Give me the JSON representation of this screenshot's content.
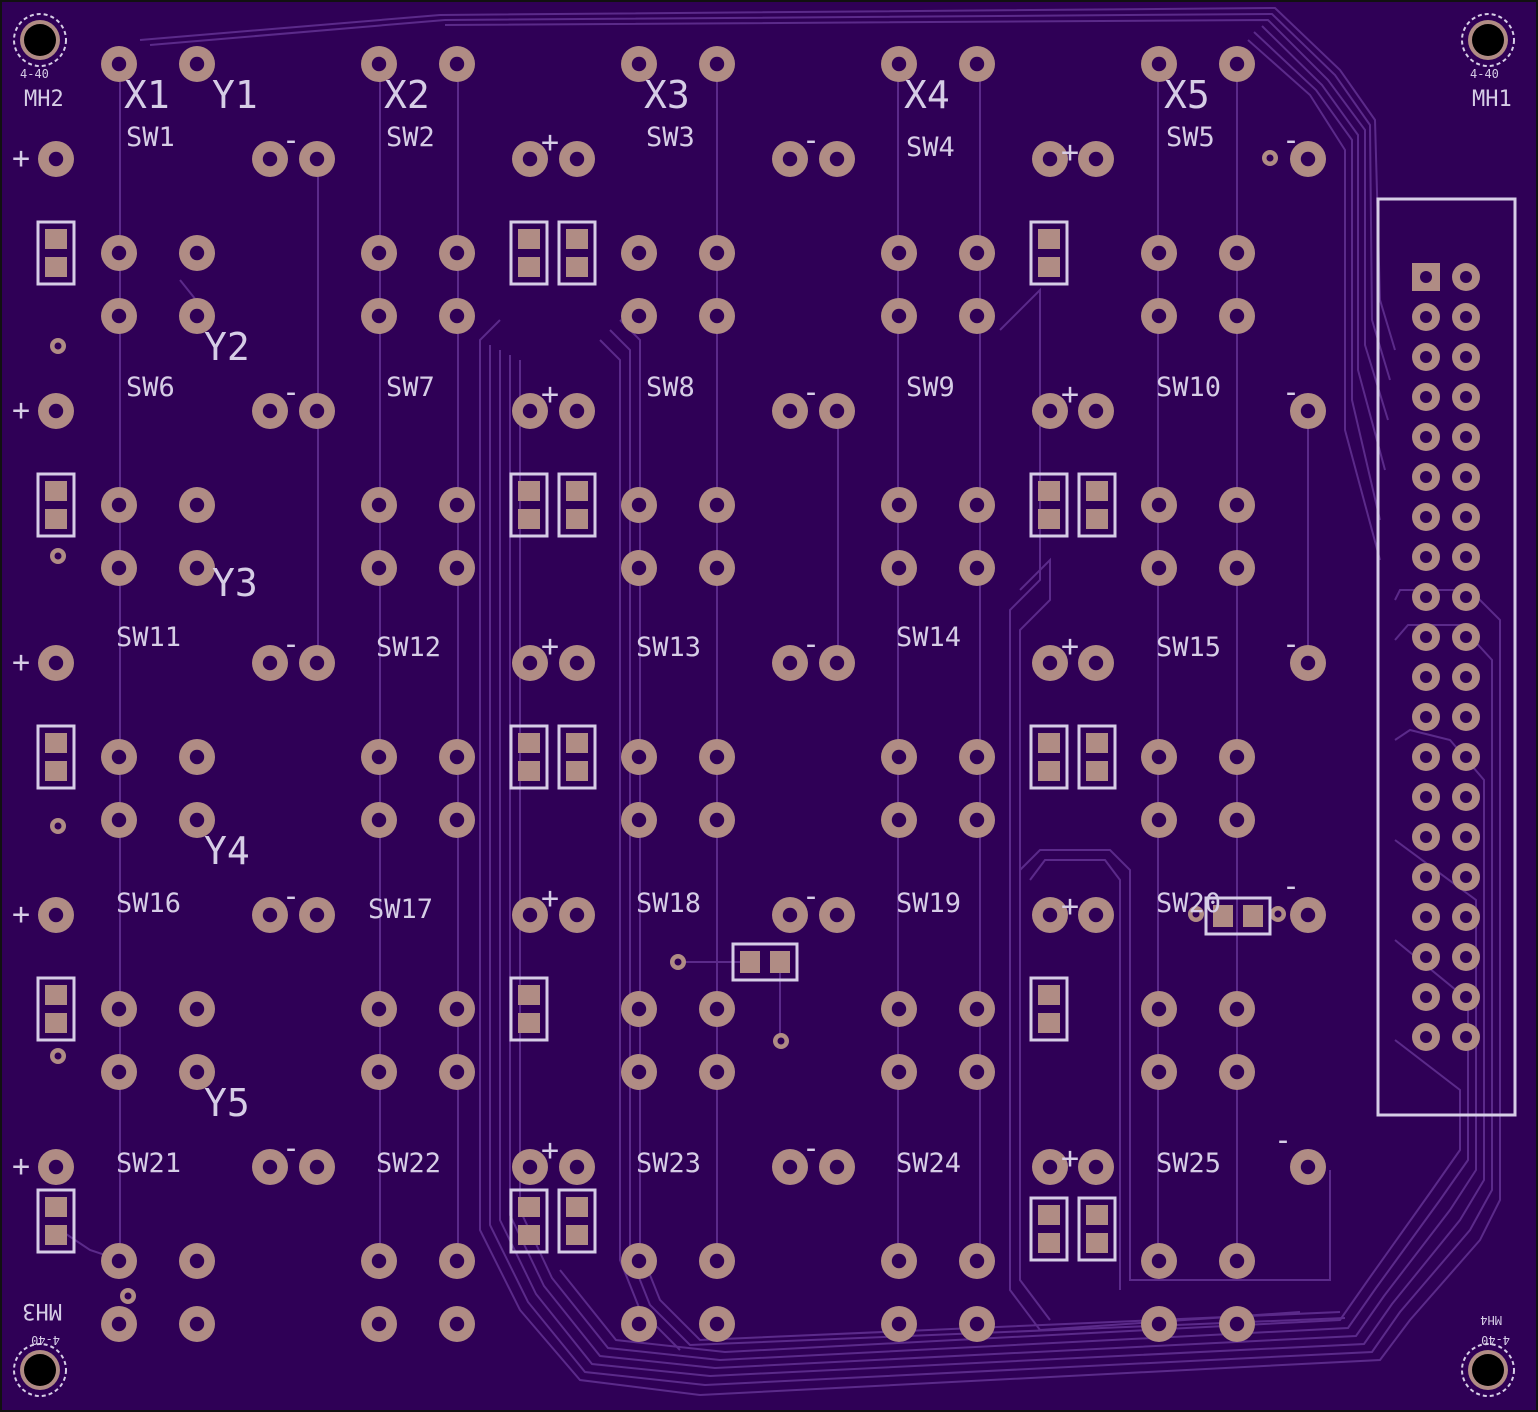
{
  "colors": {
    "board": "#2f0056",
    "trace": "#5b2a8a",
    "pad": "#b08c84",
    "hole": "#2f0056",
    "silk": "#d6cde6",
    "header_pad": "#b08c84"
  },
  "labels": {
    "columns": [
      "X1",
      "X2",
      "X3",
      "X4",
      "X5"
    ],
    "rows": [
      "Y1",
      "Y2",
      "Y3",
      "Y4",
      "Y5"
    ],
    "switches": [
      "SW1",
      "SW2",
      "SW3",
      "SW4",
      "SW5",
      "SW6",
      "SW7",
      "SW8",
      "SW9",
      "SW10",
      "SW11",
      "SW12",
      "SW13",
      "SW14",
      "SW15",
      "SW16",
      "SW17",
      "SW18",
      "SW19",
      "SW20",
      "SW21",
      "SW22",
      "SW23",
      "SW24",
      "SW25"
    ],
    "plus": "+",
    "minus": "-"
  },
  "mounting_holes": {
    "mh1": {
      "name": "MH1",
      "size": "4-40"
    },
    "mh2": {
      "name": "MH2",
      "size": "4-40"
    },
    "mh3": {
      "name": "MH3",
      "size": "4-40"
    },
    "mh4": {
      "name": "MH4",
      "size": "4-40"
    }
  },
  "header": {
    "rows": 20,
    "columns": 2
  }
}
